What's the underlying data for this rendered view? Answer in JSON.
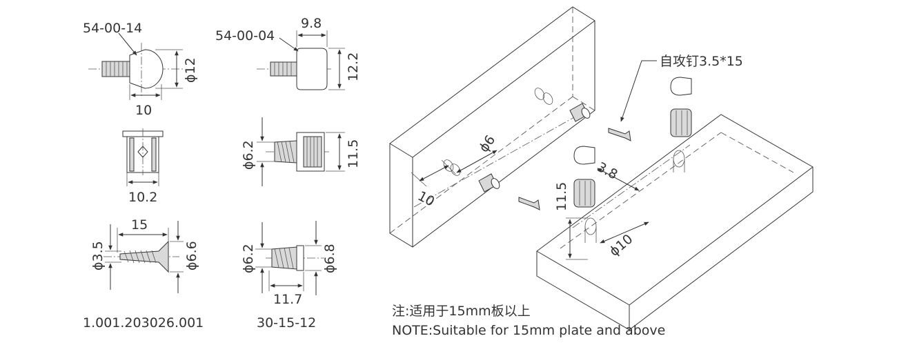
{
  "parts": {
    "p1_code": "54-00-14",
    "p1_dia": "ϕ12",
    "p1_len": "10",
    "p2_code": "54-00-04",
    "p2_w": "9.8",
    "p2_h": "12.2",
    "housing_w": "10.2",
    "p4_dia": "ϕ6.2",
    "p4_h": "11.5",
    "screw_len": "15",
    "screw_dia1": "ϕ3.5",
    "screw_dia2": "ϕ6.6",
    "p6_dia1": "ϕ6.2",
    "p6_dia2": "ϕ6.8",
    "p6_len": "11.7",
    "code_left": "1.001.203026.001",
    "code_mid": "30-15-12"
  },
  "assembly": {
    "screw_label": "自攻钉3.5*15",
    "dia6": "ϕ6",
    "dist10": "10",
    "dist38": "3.8",
    "height115": "11.5",
    "dia10": "ϕ10"
  },
  "notes": {
    "cn": "注:适用于15mm板以上",
    "en": "NOTE:Suitable for 15mm plate and above"
  }
}
